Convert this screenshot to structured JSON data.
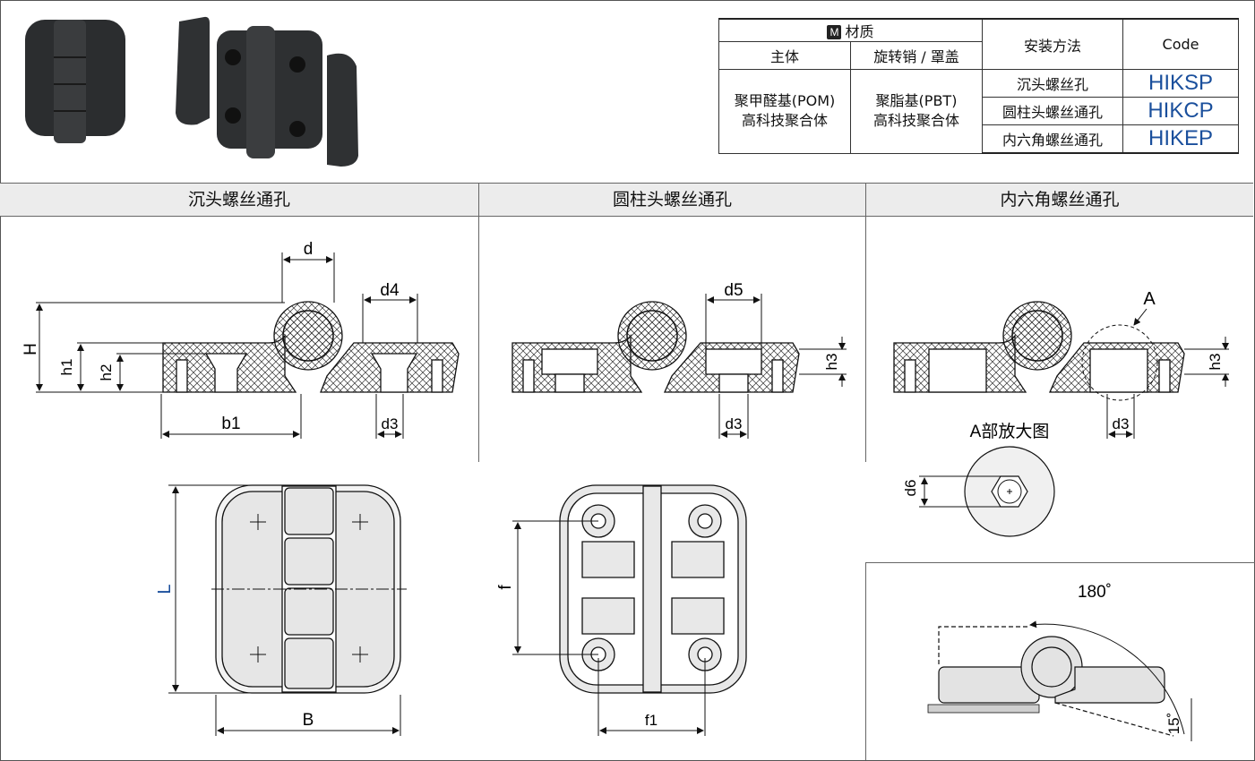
{
  "table": {
    "material_label": "材质",
    "material_icon": "M",
    "col_main": "主体",
    "col_pin": "旋转销 / 罩盖",
    "col_mount": "安装方法",
    "col_code": "Code",
    "main_material": [
      "聚甲醛基(POM)",
      "高科技聚合体"
    ],
    "pin_material": [
      "聚脂基(PBT)",
      "高科技聚合体"
    ],
    "rows": [
      {
        "mount": "沉头螺丝孔",
        "code": "HIKSP"
      },
      {
        "mount": "圆柱头螺丝通孔",
        "code": "HIKCP"
      },
      {
        "mount": "内六角螺丝通孔",
        "code": "HIKEP"
      }
    ]
  },
  "sections": {
    "countersunk": "沉头螺丝通孔",
    "cylinder": "圆柱头螺丝通孔",
    "hex": "内六角螺丝通孔"
  },
  "dims": {
    "d": "d",
    "d4": "d4",
    "H": "H",
    "h1": "h1",
    "h2": "h2",
    "b1": "b1",
    "d3": "d3",
    "d5": "d5",
    "h3": "h3",
    "A": "A",
    "detail": "A部放大图",
    "d6": "d6",
    "L": "L",
    "B": "B",
    "f": "f",
    "f1": "f1",
    "angle_open": "180˚",
    "angle_down": "15˚"
  },
  "colors": {
    "code_blue": "#1a4f9c",
    "header_gray": "#ececec"
  }
}
